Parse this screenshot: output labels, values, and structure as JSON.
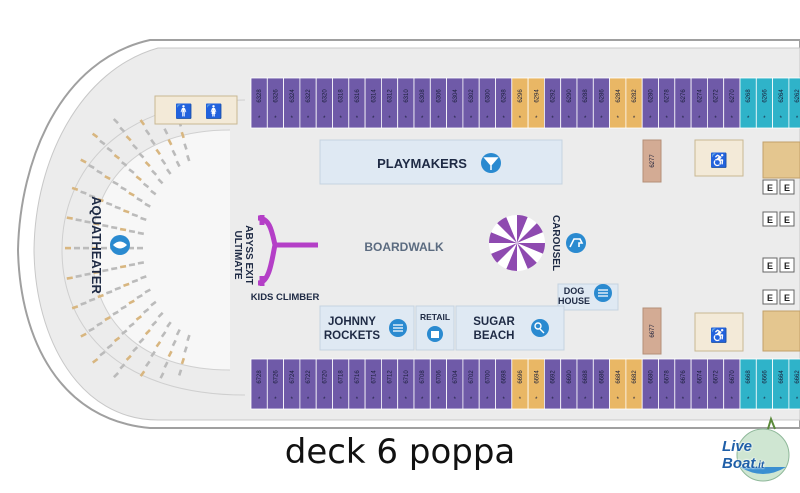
{
  "deck_caption": "deck 6 poppa",
  "venues": {
    "aquatheater": "AQUATHEATER",
    "abyss_exit": [
      "ULTIMATE",
      "ABYSS EXIT"
    ],
    "kids_climber": "KIDS CLIMBER",
    "playmakers": "PLAYMAKERS",
    "boardwalk": "BOARDWALK",
    "carousel": "CAROUSEL",
    "dog_house": [
      "DOG",
      "HOUSE"
    ],
    "johnny_rockets": [
      "JOHNNY",
      "ROCKETS"
    ],
    "retail": "RETAIL",
    "sugar_beach": [
      "SUGAR",
      "BEACH"
    ]
  },
  "cabins_top": [
    "6328",
    "6326",
    "6324",
    "6322",
    "6320",
    "6318",
    "6316",
    "6314",
    "6312",
    "6310",
    "6308",
    "6306",
    "6304",
    "6302",
    "6300",
    "6298",
    "6296",
    "6294",
    "6292",
    "6290",
    "6288",
    "6286",
    "6284",
    "6282",
    "6280",
    "6278",
    "6276",
    "6274",
    "6272",
    "6270",
    "6268",
    "6266",
    "6264",
    "6262"
  ],
  "cabins_bottom": [
    "6728",
    "6726",
    "6724",
    "6722",
    "6720",
    "6718",
    "6716",
    "6714",
    "6712",
    "6710",
    "6708",
    "6706",
    "6704",
    "6702",
    "6700",
    "6698",
    "6696",
    "6694",
    "6692",
    "6690",
    "6688",
    "6686",
    "6684",
    "6682",
    "6680",
    "6678",
    "6676",
    "6674",
    "6672",
    "6670",
    "6668",
    "6666",
    "6664",
    "6662"
  ],
  "corridor_cabins": [
    "6277",
    "6677"
  ],
  "elevator_letter": "E",
  "watermark": {
    "line1": "Live",
    "line2": "Boat",
    "suffix": ".it"
  },
  "colors": {
    "interior_cabin": "#6f5aa8",
    "accessible_cabin": "#e9b765",
    "balcony_cabin": "#2fb3c9",
    "venue_area": "#dfe9f3",
    "deck_floor": "#eeeeee",
    "hull_outline": "#9a9a9a",
    "icon_blue": "#2a8ad0",
    "carousel_purple": "#8e4ab0",
    "climber_magenta": "#b43fc7"
  }
}
